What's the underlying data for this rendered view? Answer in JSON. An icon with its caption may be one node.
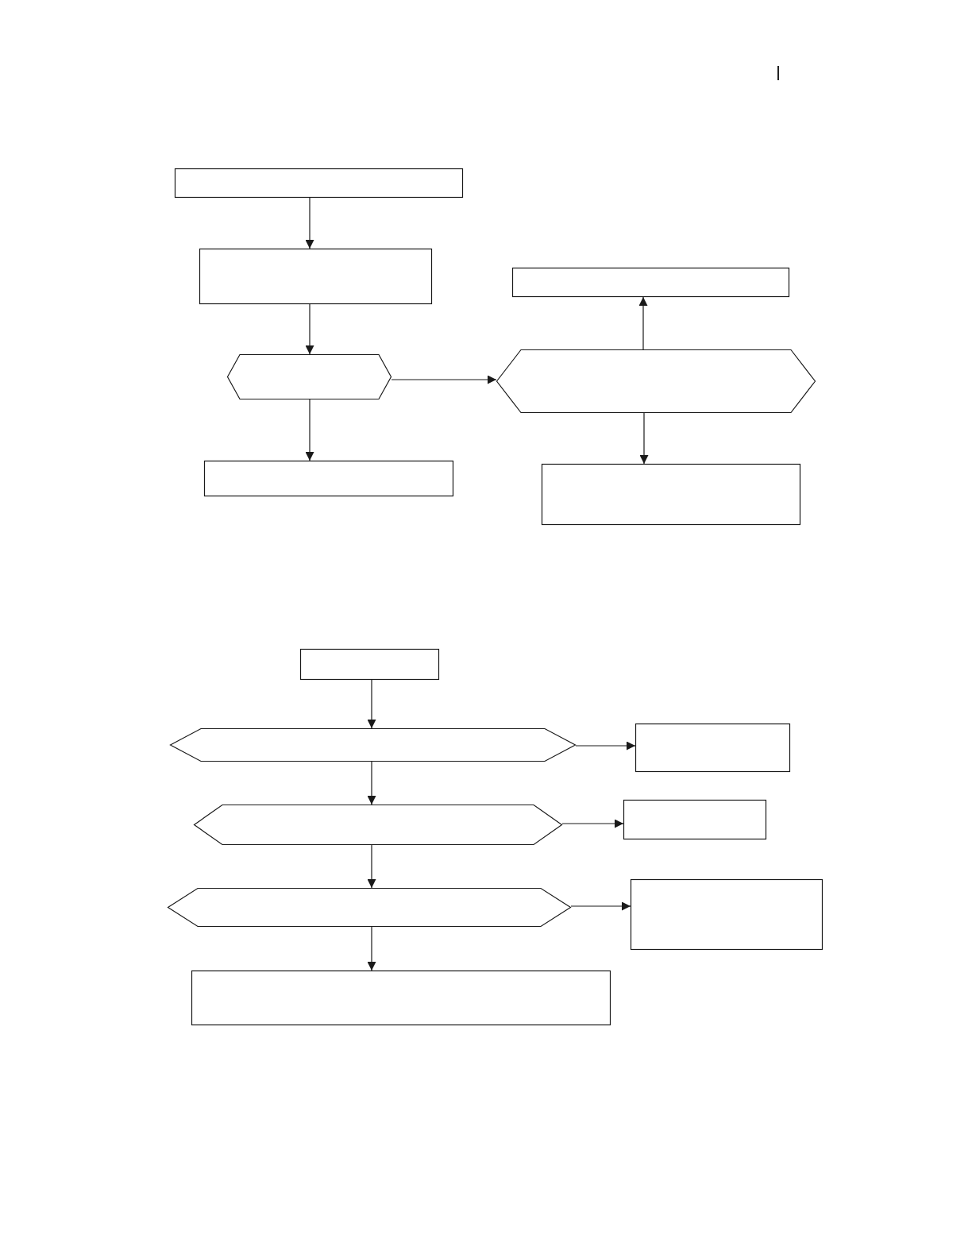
{
  "diagram": {
    "nodes": [
      {
        "text": [],
        "shape": "box"
      },
      {
        "text": [],
        "shape": "box"
      },
      {
        "text": [],
        "shape": "hexagon"
      },
      {
        "text": [],
        "shape": "box"
      },
      {
        "text": [],
        "shape": "box"
      },
      {
        "text": [],
        "shape": "hexagon"
      },
      {
        "text": [],
        "shape": "box"
      },
      {
        "text": [],
        "shape": "box"
      },
      {
        "text": [],
        "shape": "hexagon"
      },
      {
        "text": [],
        "shape": "box"
      },
      {
        "text": [],
        "shape": "hexagon"
      },
      {
        "text": [],
        "shape": "box"
      },
      {
        "text": [],
        "shape": "hexagon"
      },
      {
        "text": [],
        "shape": "box"
      },
      {
        "text": [],
        "shape": "box"
      }
    ],
    "edges": [
      {
        "from": 0,
        "to": 1,
        "arrow": "to"
      },
      {
        "from": 1,
        "to": 2,
        "arrow": "to"
      },
      {
        "from": 2,
        "to": 3,
        "arrow": "to"
      },
      {
        "from": 2,
        "to": 5,
        "arrow": "to"
      },
      {
        "from": 5,
        "to": 4,
        "arrow": "to"
      },
      {
        "from": 5,
        "to": 6,
        "arrow": "to"
      },
      {
        "from": 7,
        "to": 8,
        "arrow": "to"
      },
      {
        "from": 8,
        "to": 9,
        "arrow": "to"
      },
      {
        "from": 8,
        "to": 10,
        "arrow": "to"
      },
      {
        "from": 10,
        "to": 11,
        "arrow": "to"
      },
      {
        "from": 10,
        "to": 12,
        "arrow": "to"
      },
      {
        "from": 12,
        "to": 13,
        "arrow": "to"
      },
      {
        "from": 12,
        "to": 14,
        "arrow": "to"
      }
    ]
  }
}
